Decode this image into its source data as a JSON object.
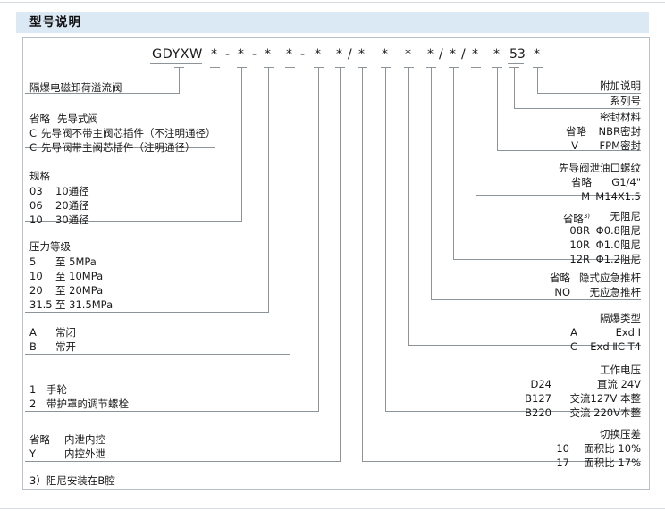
{
  "header": {
    "title": "型号说明"
  },
  "model_code": {
    "prefix": "GDYXW",
    "tokens": [
      "*",
      "-",
      "*",
      "-",
      "*",
      "*",
      "-",
      "*",
      "*",
      "/",
      "*",
      "*",
      "*",
      "*",
      "/",
      "*",
      "/",
      "*",
      "*",
      "53",
      "*"
    ]
  },
  "left_blocks": [
    {
      "name": "product-name",
      "lines": [
        {
          "code": "",
          "desc": "隔爆电磁卸荷溢流阀"
        }
      ]
    },
    {
      "name": "pilot-type",
      "lines": [
        {
          "code": "省略",
          "desc": "先导式阀"
        },
        {
          "code": "C",
          "desc": "先导阀不带主阀芯插件（不注明通径）"
        },
        {
          "code": "C",
          "desc": "先导阀带主阀芯插件（注明通径）"
        }
      ]
    },
    {
      "name": "size",
      "title": "规格",
      "lines": [
        {
          "code": "03",
          "desc": "10通径"
        },
        {
          "code": "06",
          "desc": "20通径"
        },
        {
          "code": "10",
          "desc": "30通径"
        }
      ]
    },
    {
      "name": "pressure-rating",
      "title": "压力等级",
      "lines": [
        {
          "code": "5",
          "desc": "至  5MPa"
        },
        {
          "code": "10",
          "desc": "至 10MPa"
        },
        {
          "code": "20",
          "desc": "至 20MPa"
        },
        {
          "code": "31.5",
          "desc": "至 31.5MPa"
        }
      ]
    },
    {
      "name": "normal-state",
      "lines": [
        {
          "code": "A",
          "desc": "常闭"
        },
        {
          "code": "B",
          "desc": "常开"
        }
      ]
    },
    {
      "name": "adjustment-type",
      "lines": [
        {
          "code": "1",
          "desc": "手轮"
        },
        {
          "code": "2",
          "desc": "带护罩的调节螺栓"
        }
      ]
    },
    {
      "name": "drain-control",
      "lines": [
        {
          "code": "省略",
          "desc": "内泄内控"
        },
        {
          "code": "Y",
          "desc": "内控外泄"
        }
      ]
    }
  ],
  "right_blocks": [
    {
      "name": "additional-note",
      "title": "附加说明",
      "lines": []
    },
    {
      "name": "series-number",
      "title": "系列号",
      "lines": []
    },
    {
      "name": "seal-material",
      "title": "密封材料",
      "lines": [
        {
          "code": "省略",
          "desc": "NBR密封"
        },
        {
          "code": "V",
          "desc": "FPM密封"
        }
      ]
    },
    {
      "name": "pilot-drain-thread",
      "title": "先导阀泄油口螺纹",
      "lines": [
        {
          "code": "省略",
          "desc": "G1/4\""
        },
        {
          "code": "M",
          "desc": "M14X1.5"
        }
      ]
    },
    {
      "name": "damping",
      "title": "",
      "lines": [
        {
          "code": "省略",
          "sup": "3)",
          "desc": "无阻尼"
        },
        {
          "code": "08R",
          "desc": "Φ0.8阻尼"
        },
        {
          "code": "10R",
          "desc": "Φ1.0阻尼"
        },
        {
          "code": "12R",
          "desc": "Φ1.2阻尼"
        }
      ]
    },
    {
      "name": "emergency-push-rod",
      "title": "",
      "lines": [
        {
          "code": "省略",
          "desc": "隐式应急推杆"
        },
        {
          "code": "NO",
          "desc": "无应急推杆"
        }
      ]
    },
    {
      "name": "explosion-proof-type",
      "title": "隔爆类型",
      "lines": [
        {
          "code": "A",
          "desc": "Exd Ⅰ"
        },
        {
          "code": "C",
          "desc": "Exd ⅡC T4"
        }
      ]
    },
    {
      "name": "working-voltage",
      "title": "工作电压",
      "lines": [
        {
          "code": "D24",
          "desc": "直流 24V"
        },
        {
          "code": "B127",
          "desc": "交流127V 本整"
        },
        {
          "code": "B220",
          "desc": "交流 220V本整"
        }
      ]
    },
    {
      "name": "switching-pressure-differential",
      "title": "切换压差",
      "lines": [
        {
          "code": "10",
          "desc": "面积比  10%"
        },
        {
          "code": "17",
          "desc": "面积比  17%"
        }
      ]
    }
  ],
  "footnote": {
    "text": "3）阻尼安装在B腔"
  },
  "colors": {
    "header_bg": "#dbe9f5",
    "line": "#8c9399",
    "frame": "#b9bfc6",
    "text": "#1a1a1a"
  }
}
